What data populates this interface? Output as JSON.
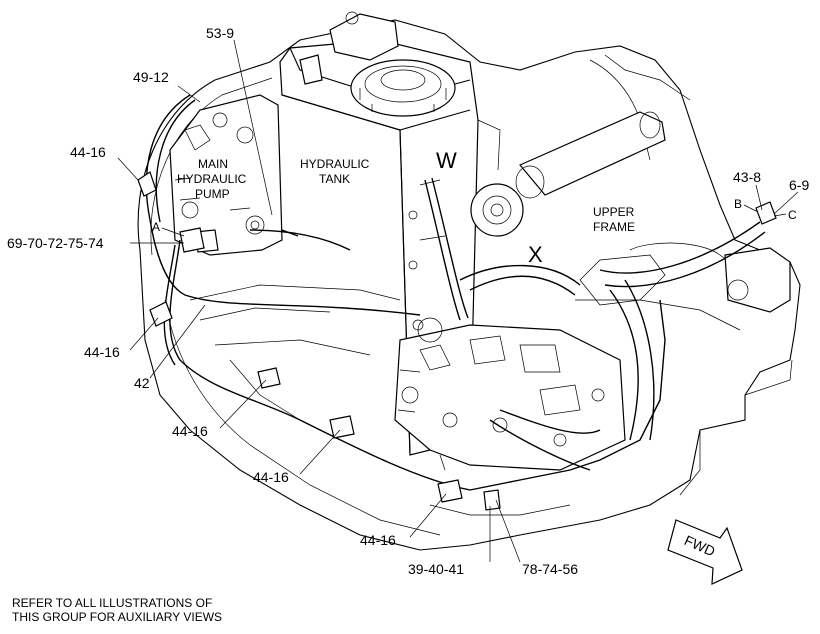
{
  "callouts": {
    "c53_9": "53-9",
    "c49_12": "49-12",
    "c44_16_a": "44-16",
    "c69_70": "69-70-72-75-74",
    "c44_16_b": "44-16",
    "c42": "42",
    "c44_16_c": "44-16",
    "c44_16_d": "44-16",
    "c44_16_e": "44-16",
    "c39_40_41": "39-40-41",
    "c78_74_56": "78-74-56",
    "c43_8": "43-8",
    "c6_9": "6-9"
  },
  "component_labels": {
    "main_pump_line1": "MAIN",
    "main_pump_line2": "HYDRAULIC",
    "main_pump_line3": "PUMP",
    "tank_line1": "HYDRAULIC",
    "tank_line2": "TANK",
    "frame_line1": "UPPER",
    "frame_line2": "FRAME",
    "fwd": "FWD"
  },
  "view_letters": {
    "a": "A",
    "b": "B",
    "c": "C",
    "w": "W",
    "x": "X"
  },
  "note": {
    "line1": "REFER TO ALL ILLUSTRATIONS OF",
    "line2": "THIS GROUP FOR AUXILIARY VIEWS"
  }
}
